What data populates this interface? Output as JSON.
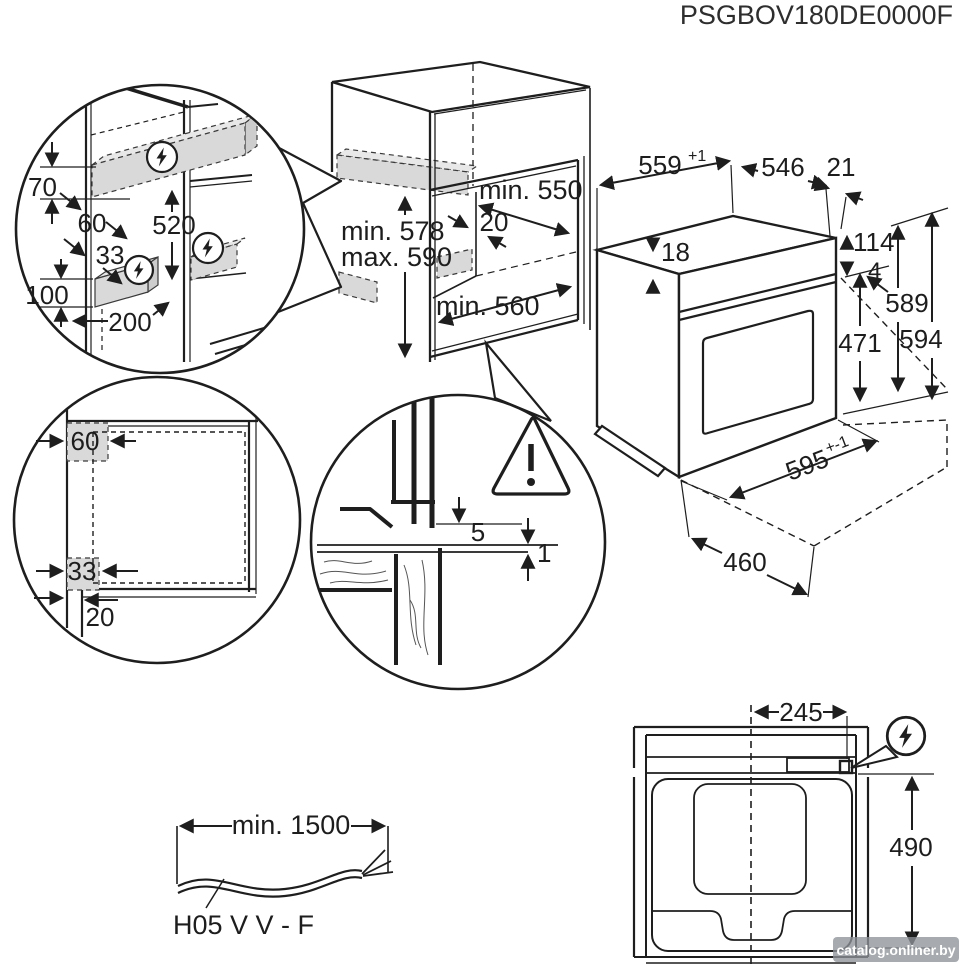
{
  "product_code": "PSGBOV180DE0000F",
  "watermark": "catalog.onliner.by",
  "detail_top_left": {
    "height_70": "70",
    "offset_60": "60",
    "height_520": "520",
    "offset_33": "33",
    "height_100": "100",
    "width_200": "200"
  },
  "cabinet_niche": {
    "depth_min": "min. 550",
    "reveal_20": "20",
    "height_min": "min. 578",
    "height_max": "max. 590",
    "width_min": "min. 560"
  },
  "oven_dims": {
    "width_top": "559",
    "width_top_tol": "+1",
    "depth_546": "546",
    "front_21": "21",
    "top_18": "18",
    "panel_114": "114",
    "gap_4": "4",
    "height_589": "589",
    "height_594": "594",
    "door_471": "471",
    "width_front": "595",
    "width_front_tol": "+-1",
    "depth_460": "460"
  },
  "detail_bottom_left": {
    "offset_60": "60",
    "offset_33": "33",
    "gap_20": "20"
  },
  "detail_gap": {
    "gap_5": "5",
    "gap_1": "1"
  },
  "power_cable": {
    "length": "min. 1500",
    "type": "H05 V V - F"
  },
  "top_view": {
    "offset_245": "245",
    "depth_490": "490"
  }
}
